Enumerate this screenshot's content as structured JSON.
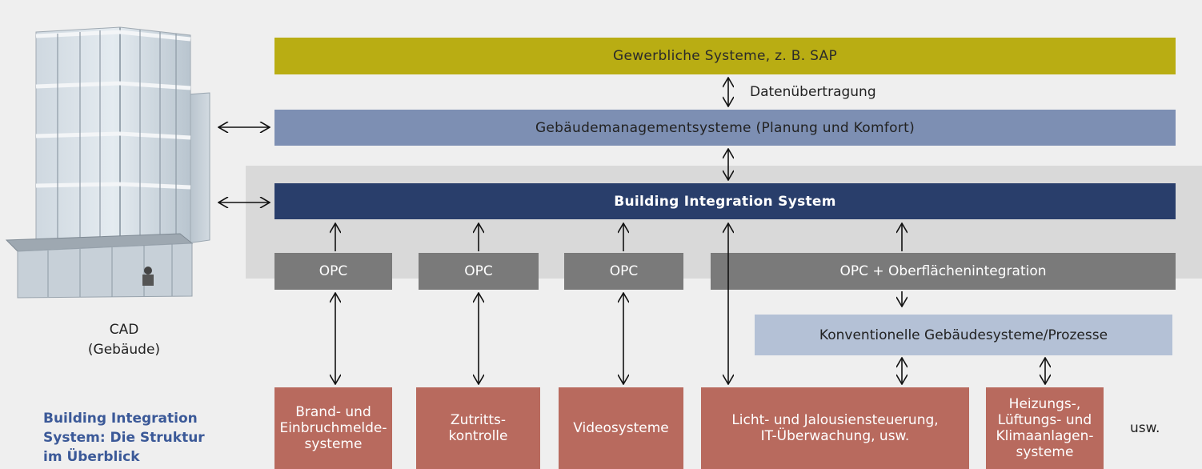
{
  "colors": {
    "background": "#efefef",
    "top_bar": "#b9ad13",
    "mgmt_bar": "#7d8fb3",
    "bis_bar": "#293e6b",
    "integration_zone": "#d9d9d9",
    "opc": "#7a7a7a",
    "conventional": "#b4c1d6",
    "subsystem": "#b86a5e",
    "caption": "#3b5998"
  },
  "building": {
    "label_line1": "CAD",
    "label_line2": "(Gebäude)"
  },
  "caption": {
    "line1": "Building Integration",
    "line2": "System: Die Struktur",
    "line3": "im Überblick"
  },
  "layers": {
    "commercial": "Gewerbliche Systeme, z. B. SAP",
    "data_transfer": "Datenübertragung",
    "management": "Gebäudemanagementsysteme (Planung und Komfort)",
    "bis": "Building Integration System"
  },
  "opc": {
    "opc1": "OPC",
    "opc2": "OPC",
    "opc3": "OPC",
    "opc4": "OPC + Oberflächenintegration"
  },
  "conventional": "Konventionelle Gebäudesysteme/Prozesse",
  "subsystems": {
    "fire": "Brand- und\nEinbruchmelde-\nsysteme",
    "access": "Zutritts-\nkontrolle",
    "video": "Videosysteme",
    "light": "Licht- und Jalousiensteuerung,\nIT-Überwachung, usw.",
    "hvac": "Heizungs-,\nLüftungs- und\nKlimaanlagen-\nsysteme",
    "etc": "usw."
  },
  "icons": {
    "arrows": "double-headed-arrow-icon",
    "building": "office-building-icon"
  }
}
